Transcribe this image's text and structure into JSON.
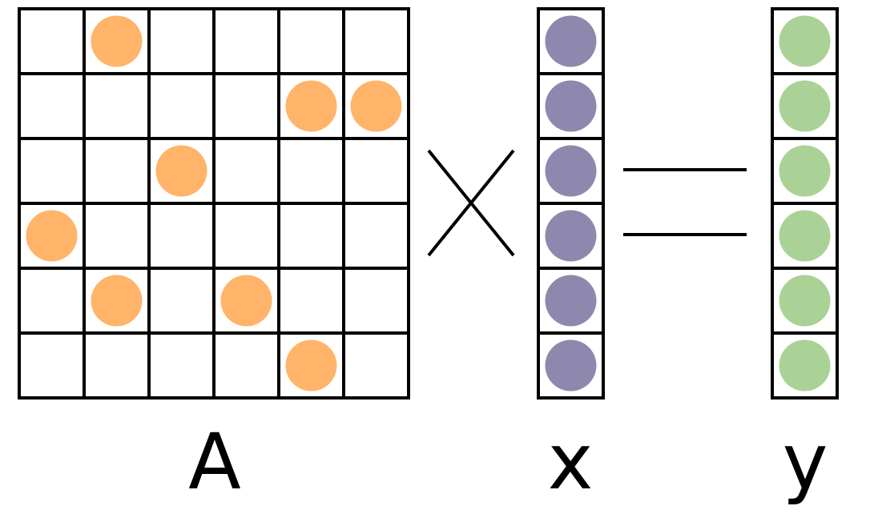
{
  "matrix": {
    "label": "A",
    "rows": 6,
    "cols": 6,
    "nonzeros": [
      [
        0,
        1
      ],
      [
        1,
        4
      ],
      [
        1,
        5
      ],
      [
        2,
        2
      ],
      [
        3,
        0
      ],
      [
        4,
        1
      ],
      [
        4,
        3
      ],
      [
        5,
        4
      ]
    ],
    "color": "#FFB46A"
  },
  "vector_x": {
    "label": "x",
    "length": 6,
    "color": "#8E88AE"
  },
  "vector_y": {
    "label": "y",
    "length": 6,
    "color": "#ABD296"
  },
  "operators": {
    "multiply": "multiply-sign",
    "equals": "equals-sign"
  },
  "colors": {
    "line": "#000000",
    "background": "#FFFFFF"
  }
}
